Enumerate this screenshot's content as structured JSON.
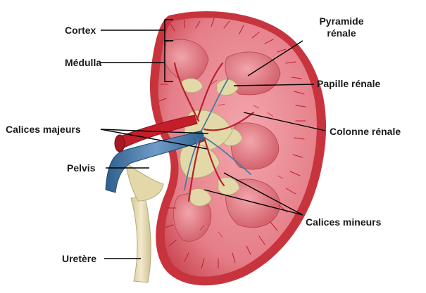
{
  "labels": {
    "cortex": "Cortex",
    "medulla": "Médulla",
    "pyramid_line1": "Pyramide",
    "pyramid_line2": "rénale",
    "papilla": "Papille rénale",
    "major_calyces": "Calices majeurs",
    "renal_column": "Colonne rénale",
    "pelvis": "Pelvis",
    "minor_calyces": "Calices mineurs",
    "ureter": "Uretère"
  },
  "colors": {
    "capsule": "#c8343d",
    "cortex": "#e8808a",
    "pyramid": "#d9636e",
    "vessels": "#b8202c",
    "artery": "#c41e2a",
    "vein": "#4a7aa8",
    "calyx": "#e3d9a8",
    "ureter": "#e6ddb0",
    "leader_line": "#000000"
  }
}
